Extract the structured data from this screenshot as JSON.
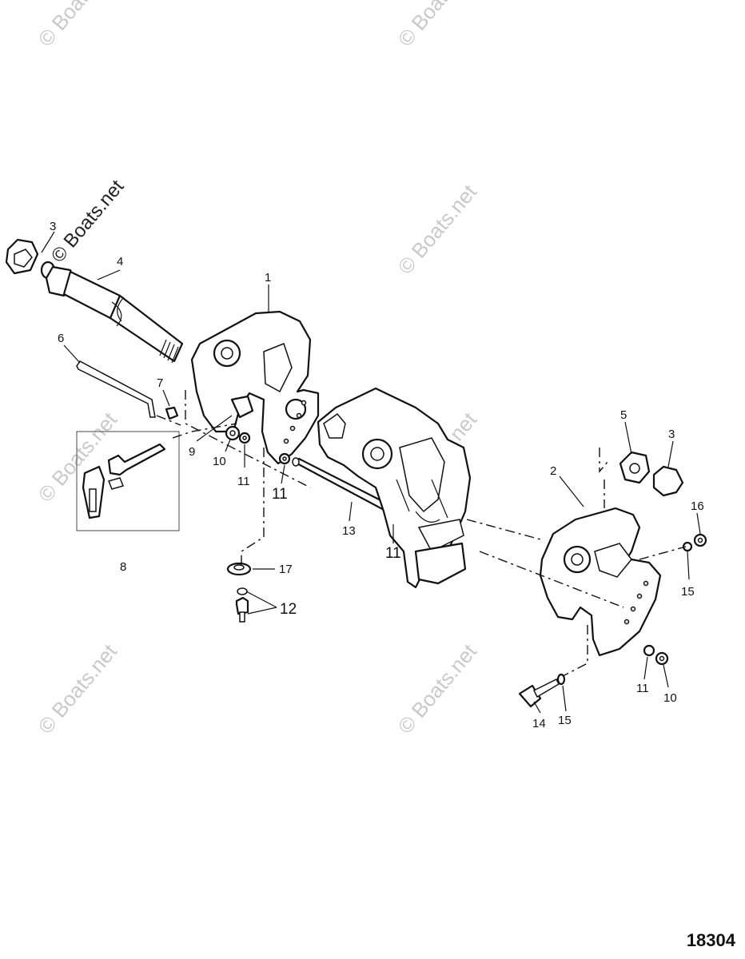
{
  "watermark": "© Boats.net",
  "drawing_number": "18304",
  "callouts": {
    "c1": "1",
    "c2": "2",
    "c3a": "3",
    "c3b": "3",
    "c4": "4",
    "c5": "5",
    "c6": "6",
    "c7": "7",
    "c8": "8",
    "c9": "9",
    "c10a": "10",
    "c10b": "10",
    "c11a": "11",
    "c11b": "11",
    "c11c": "11",
    "c11d": "11",
    "c12": "12",
    "c13": "13",
    "c14": "14",
    "c15a": "15",
    "c15b": "15",
    "c16": "16",
    "c17": "17"
  }
}
